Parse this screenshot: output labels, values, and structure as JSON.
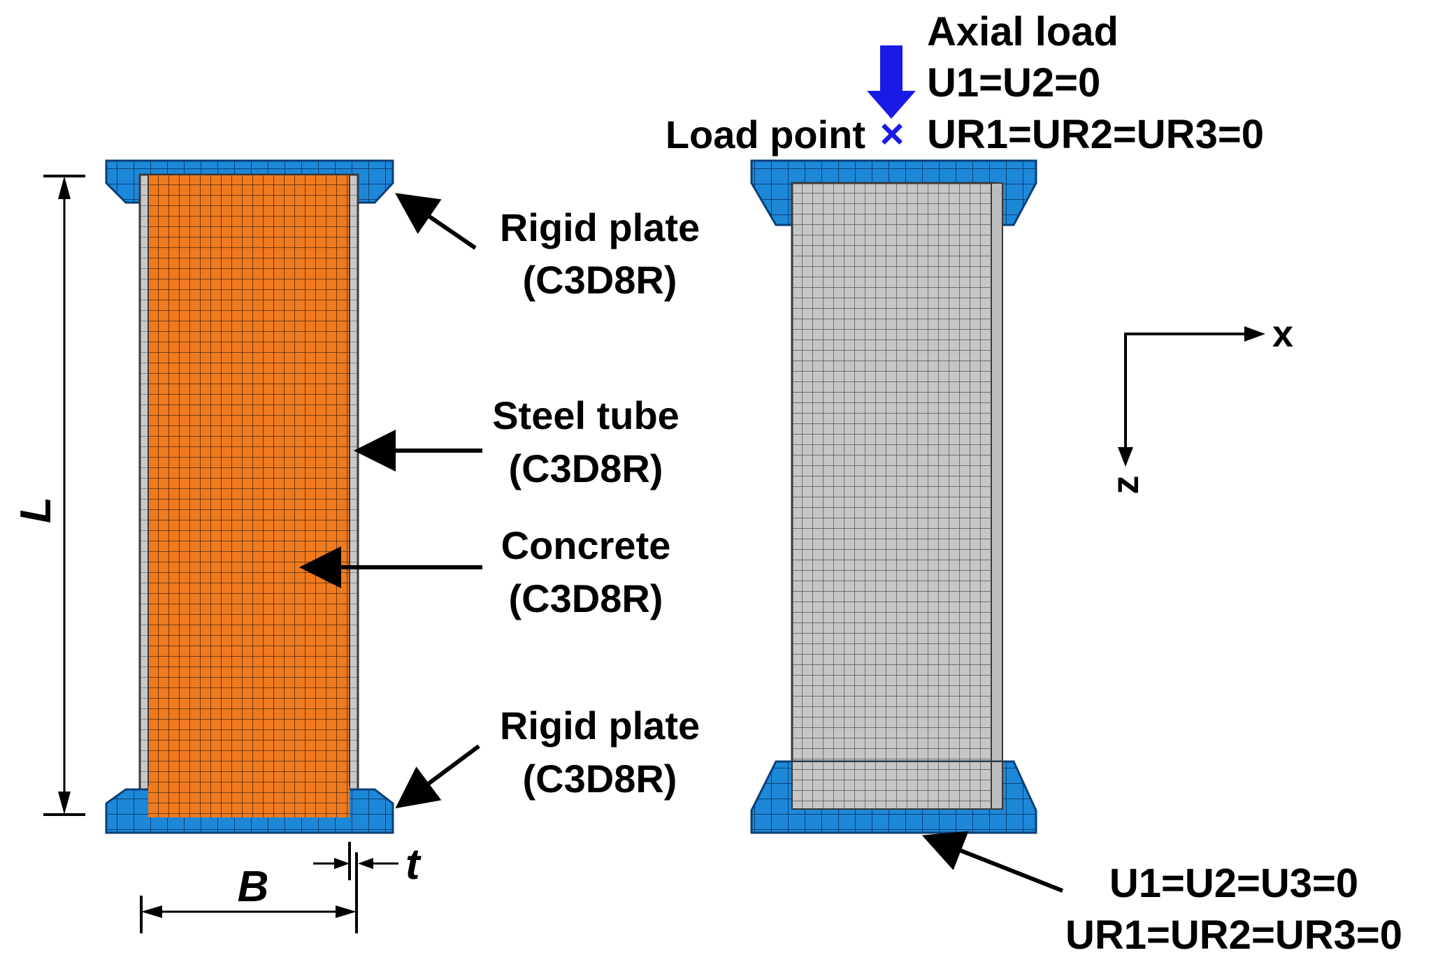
{
  "labels": {
    "rigid_plate_top_1": "Rigid plate",
    "rigid_plate_top_2": "(C3D8R)",
    "steel_tube_1": "Steel tube",
    "steel_tube_2": "(C3D8R)",
    "concrete_1": "Concrete",
    "concrete_2": "(C3D8R)",
    "rigid_plate_bot_1": "Rigid plate",
    "rigid_plate_bot_2": "(C3D8R)",
    "dim_L": "L",
    "dim_B": "B",
    "dim_t": "t",
    "axial_load": "Axial load",
    "load_bc_1": "U1=U2=0",
    "load_bc_2": "UR1=UR2=UR3=0",
    "load_point": "Load point",
    "load_point_marker": "×",
    "axis_x": "x",
    "axis_z": "z",
    "fixed_bc_1": "U1=U2=U3=0",
    "fixed_bc_2": "UR1=UR2=UR3=0"
  },
  "colors": {
    "concrete": "#f07a1e",
    "steel": "#c8c8c8",
    "rigid_plate": "#1e88d8",
    "mesh_line": "#3a3a3a",
    "load_arrow": "#1a1ae6"
  }
}
